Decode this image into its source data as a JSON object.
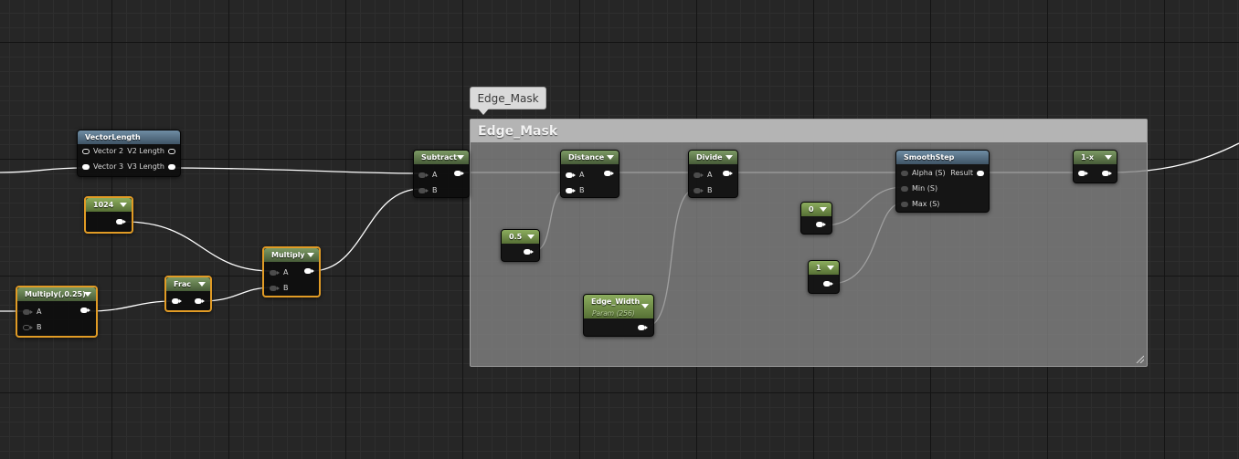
{
  "comment": {
    "tab_label": "Edge_Mask",
    "header_title": "Edge_Mask"
  },
  "nodes": {
    "vector_length": {
      "title": "VectorLength",
      "pin_vector2": "Vector 2",
      "pin_vector3": "Vector 3",
      "pin_v2length": "V2 Length",
      "pin_v3length": "V3 Length"
    },
    "const_1024": {
      "title": "1024"
    },
    "multiply_025": {
      "title": "Multiply(,0.25)",
      "pin_a": "A",
      "pin_b": "B"
    },
    "frac": {
      "title": "Frac"
    },
    "multiply": {
      "title": "Multiply",
      "pin_a": "A",
      "pin_b": "B"
    },
    "subtract": {
      "title": "Subtract",
      "pin_a": "A",
      "pin_b": "B"
    },
    "const_05": {
      "title": "0.5"
    },
    "distance": {
      "title": "Distance",
      "pin_a": "A",
      "pin_b": "B"
    },
    "edge_width": {
      "title": "Edge_Width",
      "subtitle": "Param (256)"
    },
    "divide": {
      "title": "Divide",
      "pin_a": "A",
      "pin_b": "B"
    },
    "const_0": {
      "title": "0"
    },
    "const_1": {
      "title": "1"
    },
    "smoothstep": {
      "title": "SmoothStep",
      "pin_alpha": "Alpha (S)",
      "pin_min": "Min (S)",
      "pin_max": "Max (S)",
      "pin_result": "Result"
    },
    "one_minus_x": {
      "title": "1-x"
    }
  },
  "colors": {
    "background": "#262626",
    "selection_outline": "#e19b25",
    "wire": "#ffffff",
    "comment_fill": "#848484",
    "comment_header": "#b4b4b4",
    "node_title_constant": "#567035",
    "node_title_math": "#475c38",
    "node_title_function": "#3f5466"
  }
}
